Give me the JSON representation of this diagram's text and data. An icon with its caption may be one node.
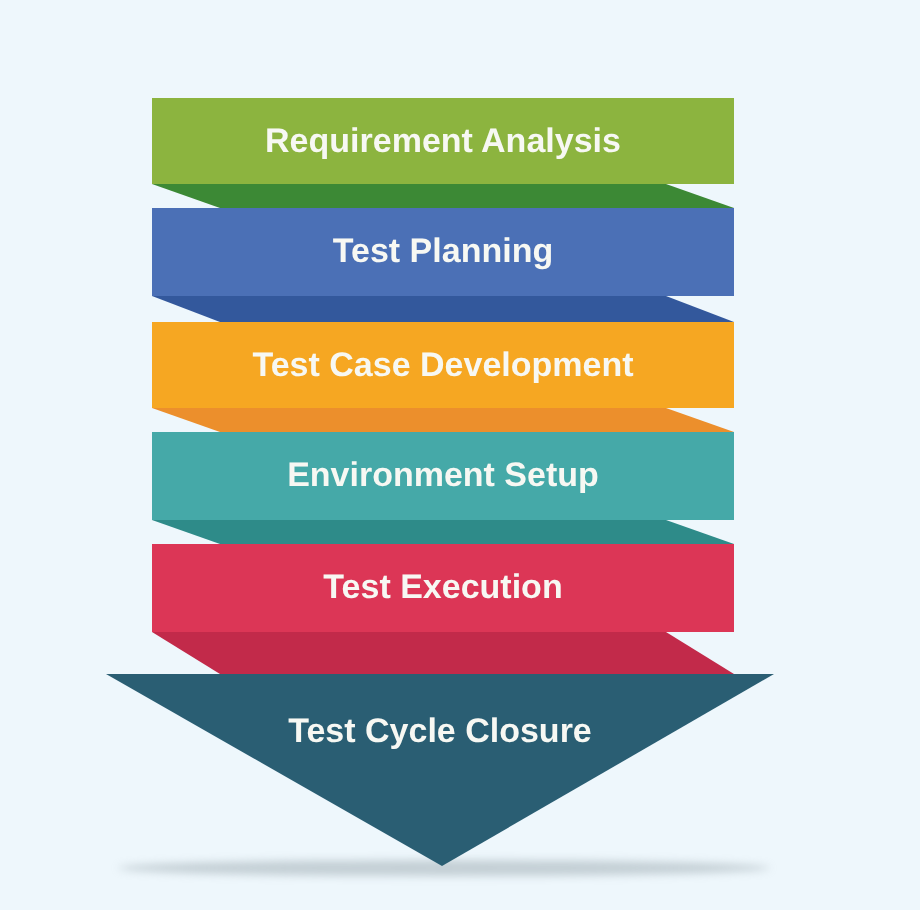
{
  "diagram": {
    "nodes": [
      {
        "text": [
          "Requirement Analysis"
        ]
      },
      {
        "text": [
          "Test Planning"
        ]
      },
      {
        "text": [
          "Test Case Development"
        ]
      },
      {
        "text": [
          "Environment Setup"
        ]
      },
      {
        "text": [
          "Test Execution"
        ]
      },
      {
        "text": [
          "Test Cycle Closure"
        ]
      }
    ]
  }
}
